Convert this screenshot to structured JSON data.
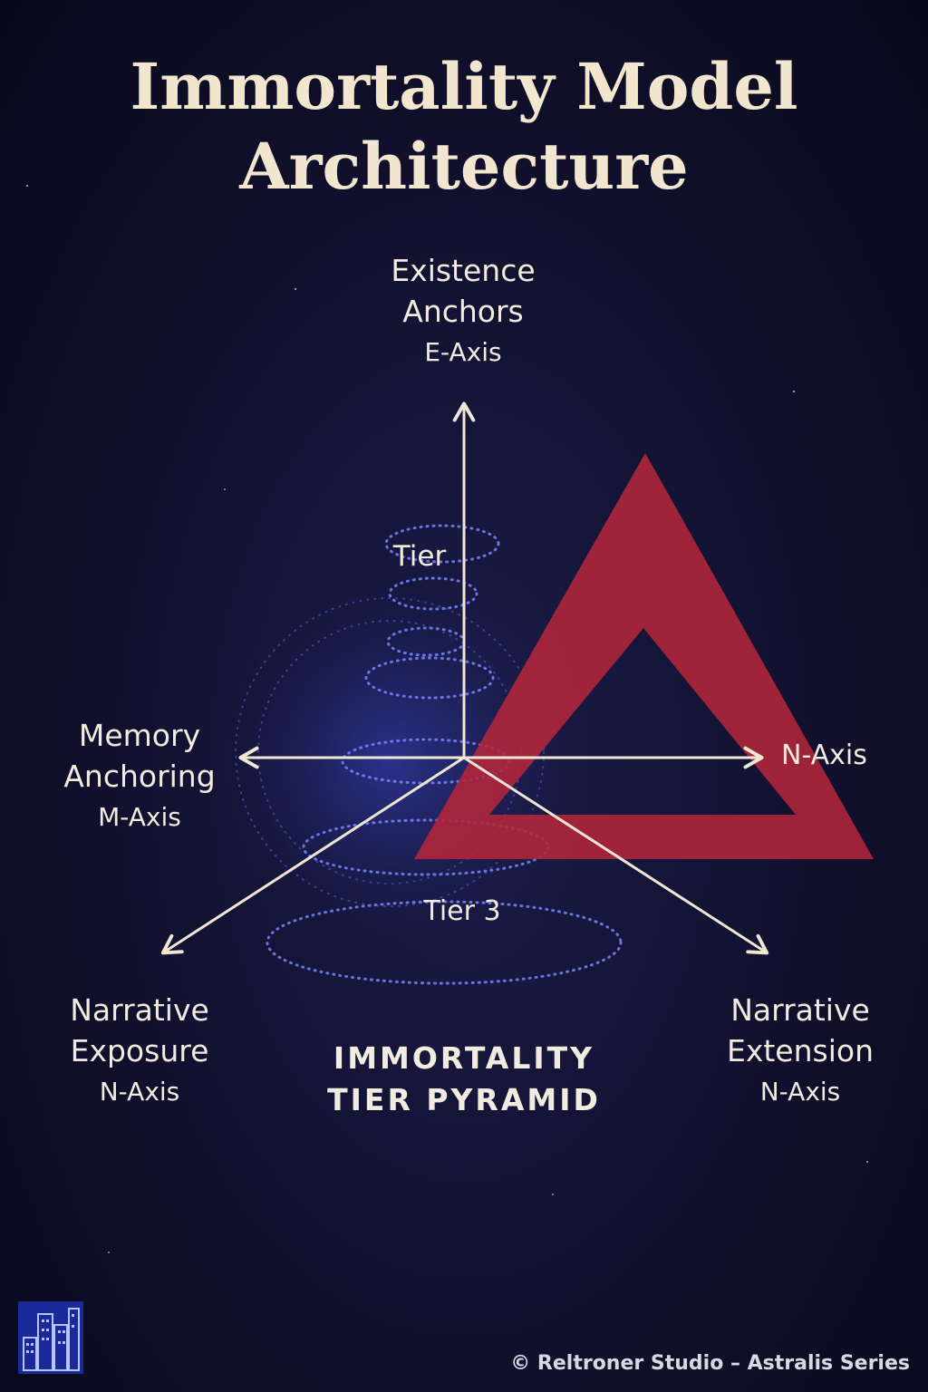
{
  "title": {
    "line1": "Immortality Model",
    "line2": "Architecture"
  },
  "axes": {
    "existence": {
      "line1": "Existence",
      "line2": "Anchors",
      "axis": "E-Axis"
    },
    "memory": {
      "line1": "Memory",
      "line2": "Anchoring",
      "axis": "M-Axis"
    },
    "narrative_exposure": {
      "line1": "Narrative",
      "line2": "Exposure",
      "axis": "N-Axis"
    },
    "narrative_extension": {
      "line1": "Narrative",
      "line2": "Extension",
      "axis": "N-Axis"
    },
    "right_axis": "N-Axis"
  },
  "tiers": {
    "top": "Tier",
    "bottom": "Tier 3"
  },
  "pyramid_label": {
    "line1": "IMMORTALITY",
    "line2": "TIER PYRAMID"
  },
  "footer": "© Reltroner Studio – Astralis Series",
  "colors": {
    "background": "#0f0f28",
    "title": "#f3e6cf",
    "axis": "#f0e6d4",
    "triangle": "#b3263a",
    "spiral": "#6c74e8"
  },
  "icons": {
    "logo": "city-buildings-icon"
  }
}
